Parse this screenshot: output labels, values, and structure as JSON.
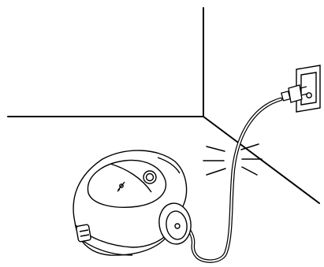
{
  "illustration": {
    "line_color": "#000000",
    "background_color": "#ffffff",
    "scene_parts": [
      "room-corner",
      "wall-outlet",
      "plug",
      "power-cord",
      "vacuum-cleaner",
      "impact-marks"
    ]
  }
}
